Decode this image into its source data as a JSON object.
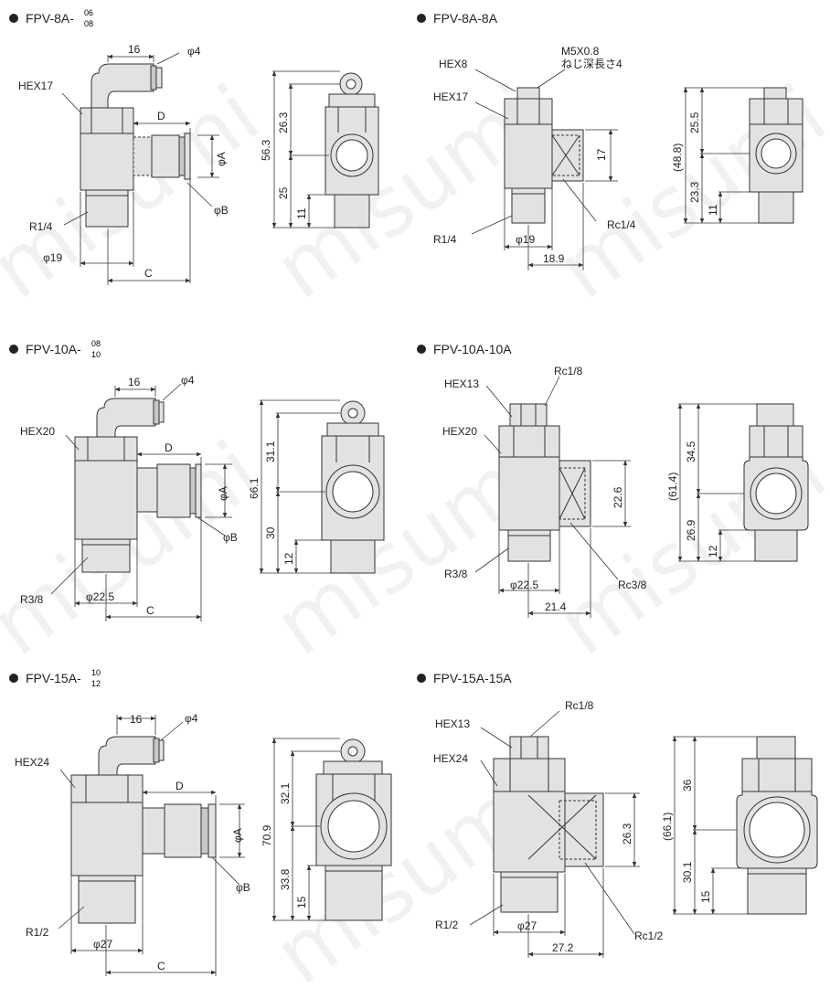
{
  "watermark": "misumi",
  "colors": {
    "line": "#333333",
    "fill": "#e2e2e2",
    "dark": "#c8c8c8",
    "thin": "#555555"
  },
  "panels": {
    "fpv8a_elbow": {
      "title_main": "FPV-8A-",
      "title_sup": "06",
      "title_sub": "08",
      "labels": {
        "hex": "HEX17",
        "thread": "R1/4",
        "dia_body": "φ19",
        "len16": "16",
        "phi4": "φ4",
        "dimD": "D",
        "phiA": "φA",
        "phiB": "φB",
        "dimC": "C"
      },
      "side": {
        "h_total": "56.3",
        "h_top": "26.3",
        "h_bot": "25",
        "h_thread": "11"
      }
    },
    "fpv8a_8a": {
      "title": "FPV-8A-8A",
      "labels": {
        "hex_small": "HEX8",
        "hex": "HEX17",
        "tap": "M5X0.8",
        "tap_note": "ねじ深長さ4",
        "port": "Rc1/4",
        "thread": "R1/4",
        "dia_body": "φ19",
        "len_port": "18.9",
        "h_port": "17"
      },
      "side": {
        "h_total": "(48.8)",
        "h_top": "25.5",
        "h_bot": "23.3",
        "h_thread": "11"
      }
    },
    "fpv10a_elbow": {
      "title_main": "FPV-10A-",
      "title_sup": "08",
      "title_sub": "10",
      "labels": {
        "hex": "HEX20",
        "thread": "R3/8",
        "dia_body": "φ22.5",
        "len16": "16",
        "phi4": "φ4",
        "dimD": "D",
        "phiA": "φA",
        "phiB": "φB",
        "dimC": "C"
      },
      "side": {
        "h_total": "66.1",
        "h_top": "31.1",
        "h_bot": "30",
        "h_thread": "12"
      }
    },
    "fpv10a_10a": {
      "title": "FPV-10A-10A",
      "labels": {
        "hex_small": "HEX13",
        "hex": "HEX20",
        "tap": "Rc1/8",
        "port": "Rc3/8",
        "thread": "R3/8",
        "dia_body": "φ22.5",
        "len_port": "21.4",
        "h_port": "22.6"
      },
      "side": {
        "h_total": "(61.4)",
        "h_top": "34.5",
        "h_bot": "26.9",
        "h_thread": "12"
      }
    },
    "fpv15a_elbow": {
      "title_main": "FPV-15A-",
      "title_sup": "10",
      "title_sub": "12",
      "labels": {
        "hex": "HEX24",
        "thread": "R1/2",
        "dia_body": "φ27",
        "len16": "16",
        "phi4": "φ4",
        "dimD": "D",
        "phiA": "φA",
        "phiB": "φB",
        "dimC": "C"
      },
      "side": {
        "h_total": "70.9",
        "h_top": "32.1",
        "h_bot": "33.8",
        "h_thread": "15"
      }
    },
    "fpv15a_15a": {
      "title": "FPV-15A-15A",
      "labels": {
        "hex_small": "HEX13",
        "hex": "HEX24",
        "tap": "Rc1/8",
        "port": "Rc1/2",
        "thread": "R1/2",
        "dia_body": "φ27",
        "len_port": "27.2",
        "h_port": "26.3"
      },
      "side": {
        "h_total": "(66.1)",
        "h_top": "36",
        "h_bot": "30.1",
        "h_thread": "15"
      }
    }
  }
}
